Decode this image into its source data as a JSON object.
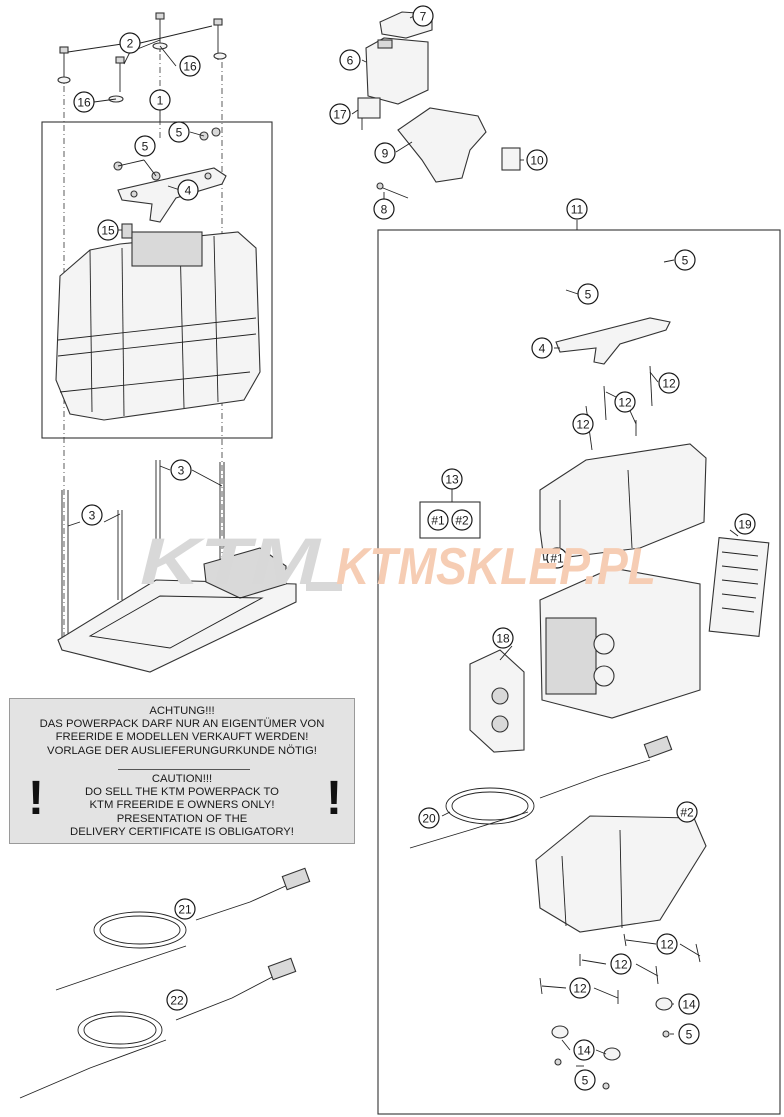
{
  "callouts": [
    {
      "id": "c2a",
      "label": "2"
    },
    {
      "id": "c16a",
      "label": "16"
    },
    {
      "id": "c16b",
      "label": "16"
    },
    {
      "id": "c1",
      "label": "1"
    },
    {
      "id": "c5a",
      "label": "5"
    },
    {
      "id": "c5b",
      "label": "5"
    },
    {
      "id": "c4a",
      "label": "4"
    },
    {
      "id": "c15",
      "label": "15"
    },
    {
      "id": "c3a",
      "label": "3"
    },
    {
      "id": "c3b",
      "label": "3"
    },
    {
      "id": "c7",
      "label": "7"
    },
    {
      "id": "c6",
      "label": "6"
    },
    {
      "id": "c17",
      "label": "17"
    },
    {
      "id": "c9",
      "label": "9"
    },
    {
      "id": "c10",
      "label": "10"
    },
    {
      "id": "c8",
      "label": "8"
    },
    {
      "id": "c11",
      "label": "11"
    },
    {
      "id": "c5c",
      "label": "5"
    },
    {
      "id": "c5d",
      "label": "5"
    },
    {
      "id": "c4b",
      "label": "4"
    },
    {
      "id": "c12a",
      "label": "12"
    },
    {
      "id": "c12b",
      "label": "12"
    },
    {
      "id": "c12c",
      "label": "12"
    },
    {
      "id": "c13",
      "label": "13"
    },
    {
      "id": "c13-1",
      "label": "#1"
    },
    {
      "id": "c13-2",
      "label": "#2"
    },
    {
      "id": "c19",
      "label": "19"
    },
    {
      "id": "ch1",
      "label": "#1"
    },
    {
      "id": "c18",
      "label": "18"
    },
    {
      "id": "c20",
      "label": "20"
    },
    {
      "id": "ch2",
      "label": "#2"
    },
    {
      "id": "c21",
      "label": "21"
    },
    {
      "id": "c22",
      "label": "22"
    },
    {
      "id": "c12d",
      "label": "12"
    },
    {
      "id": "c12e",
      "label": "12"
    },
    {
      "id": "c12f",
      "label": "12"
    },
    {
      "id": "c14a",
      "label": "14"
    },
    {
      "id": "c5e",
      "label": "5"
    },
    {
      "id": "c14b",
      "label": "14"
    },
    {
      "id": "c5f",
      "label": "5"
    }
  ],
  "warning": {
    "de_text": "ACHTUNG!!!\nDAS POWERPACK DARF NUR AN EIGENTÜMER VON\nFREERIDE E MODELLEN VERKAUFT WERDEN!\nVORLAGE DER AUSLIEFERUNGURKUNDE NÖTIG!",
    "en_text": "CAUTION!!!\nDO SELL THE KTM POWERPACK TO\nKTM FREERIDE E OWNERS ONLY!\nPRESENTATION OF THE\nDELIVERY CERTIFICATE IS OBLIGATORY!",
    "exclamation": "!"
  },
  "watermark": {
    "logo_text": "KTM",
    "site_text": "KTMSKLEP.PL",
    "logo_color": "#d8d8d8",
    "site_color": "#f6cdb4"
  }
}
